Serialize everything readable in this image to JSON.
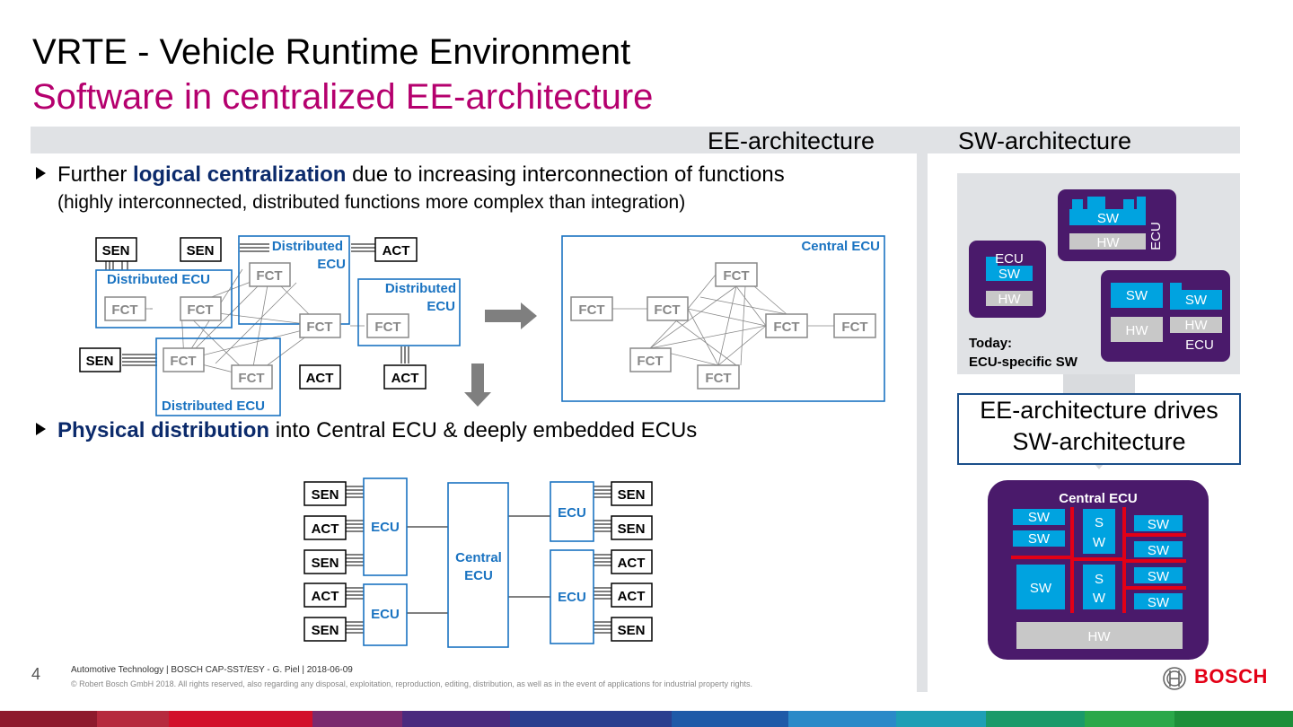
{
  "header": {
    "title": "VRTE - Vehicle Runtime Environment",
    "subtitle": "Software in centralized EE-architecture"
  },
  "section_band": {
    "ee_label": "EE-architecture",
    "sw_label": "SW-architecture"
  },
  "bullets": [
    {
      "pre": "Further ",
      "bold": "logical centralization",
      "post": " due to increasing interconnection of functions",
      "sub": "(highly interconnected, distributed functions more complex than integration)"
    },
    {
      "pre": "",
      "bold": "Physical distribution",
      "post": " into Central ECU & deeply embedded ECUs"
    }
  ],
  "diagram1": {
    "sen": "SEN",
    "act": "ACT",
    "fct": "FCT",
    "distributed_ecu": "Distributed ECU",
    "distributed": "Distributed",
    "ecu": "ECU",
    "central_ecu": "Central ECU"
  },
  "diagram2": {
    "sen": "SEN",
    "act": "ACT",
    "ecu": "ECU",
    "central_line1": "Central",
    "central_line2": "ECU"
  },
  "sw_panel": {
    "sw": "SW",
    "hw": "HW",
    "ecu": "ECU",
    "s": "S",
    "w": "W",
    "today_line1": "Today:",
    "today_line2": "ECU-specific SW",
    "drives_line1": "EE-architecture drives",
    "drives_line2": "SW-architecture",
    "central_ecu": "Central ECU"
  },
  "footer": {
    "page": "4",
    "line1": "Automotive Technology | BOSCH CAP-SST/ESY - G. Piel | 2018-06-09",
    "line2": "© Robert Bosch GmbH 2018. All rights reserved, also regarding any disposal, exploitation, reproduction, editing, distribution, as well as in the event of applications for industrial property rights.",
    "brand": "BOSCH"
  },
  "colors": {
    "magenta": "#b5006e",
    "navy": "#0b2a6b",
    "blue": "#1a73c1",
    "purple": "#4a1a6b",
    "cyan": "#00a3e0",
    "red": "#e30016"
  }
}
